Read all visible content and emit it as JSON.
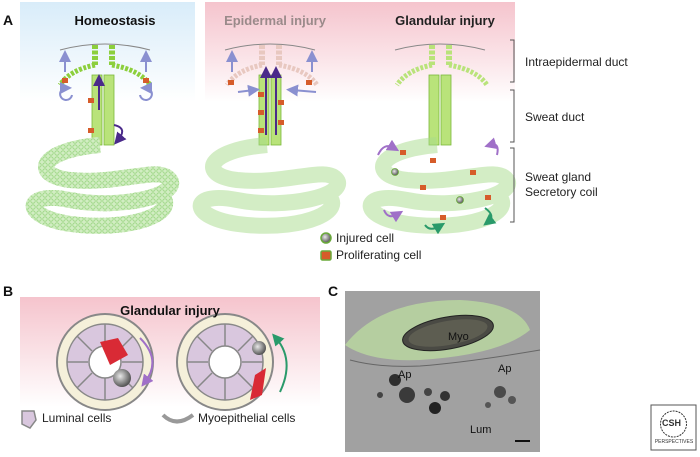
{
  "panel_a": {
    "letter": "A",
    "titles": {
      "homeostasis": "Homeostasis",
      "epidermal": "Epidermal injury",
      "glandular": "Glandular injury"
    },
    "regions": {
      "intraepidermal": "Intraepidermal duct",
      "sweat_duct": "Sweat duct",
      "gland_line1": "Sweat gland",
      "gland_line2": "Secretory coil"
    },
    "legend": {
      "injured": "Injured cell",
      "proliferating": "Proliferating cell"
    }
  },
  "panel_b": {
    "letter": "B",
    "title": "Glandular injury",
    "legend": {
      "luminal": "Luminal cells",
      "myoepithelial": "Myoepithelial cells"
    }
  },
  "panel_c": {
    "letter": "C",
    "labels": {
      "myo": "Myo",
      "ap1": "Ap",
      "ap2": "Ap",
      "lum": "Lum"
    }
  },
  "logo": {
    "line1": "CSH",
    "line2": "PERSPECTIVES"
  },
  "colors": {
    "homeostasis_bg": "#e3f1fb",
    "injury_bg": "#f6cdd4",
    "duct_green": "#8ccf3c",
    "coil_green": "#a8db8c",
    "proliferating": "#d65c2a",
    "arrow_blue": "#8a90d0",
    "arrow_purple": "#4a2a8a",
    "arrow_magenta": "#a070c8",
    "arrow_teal": "#2a9a6a"
  }
}
